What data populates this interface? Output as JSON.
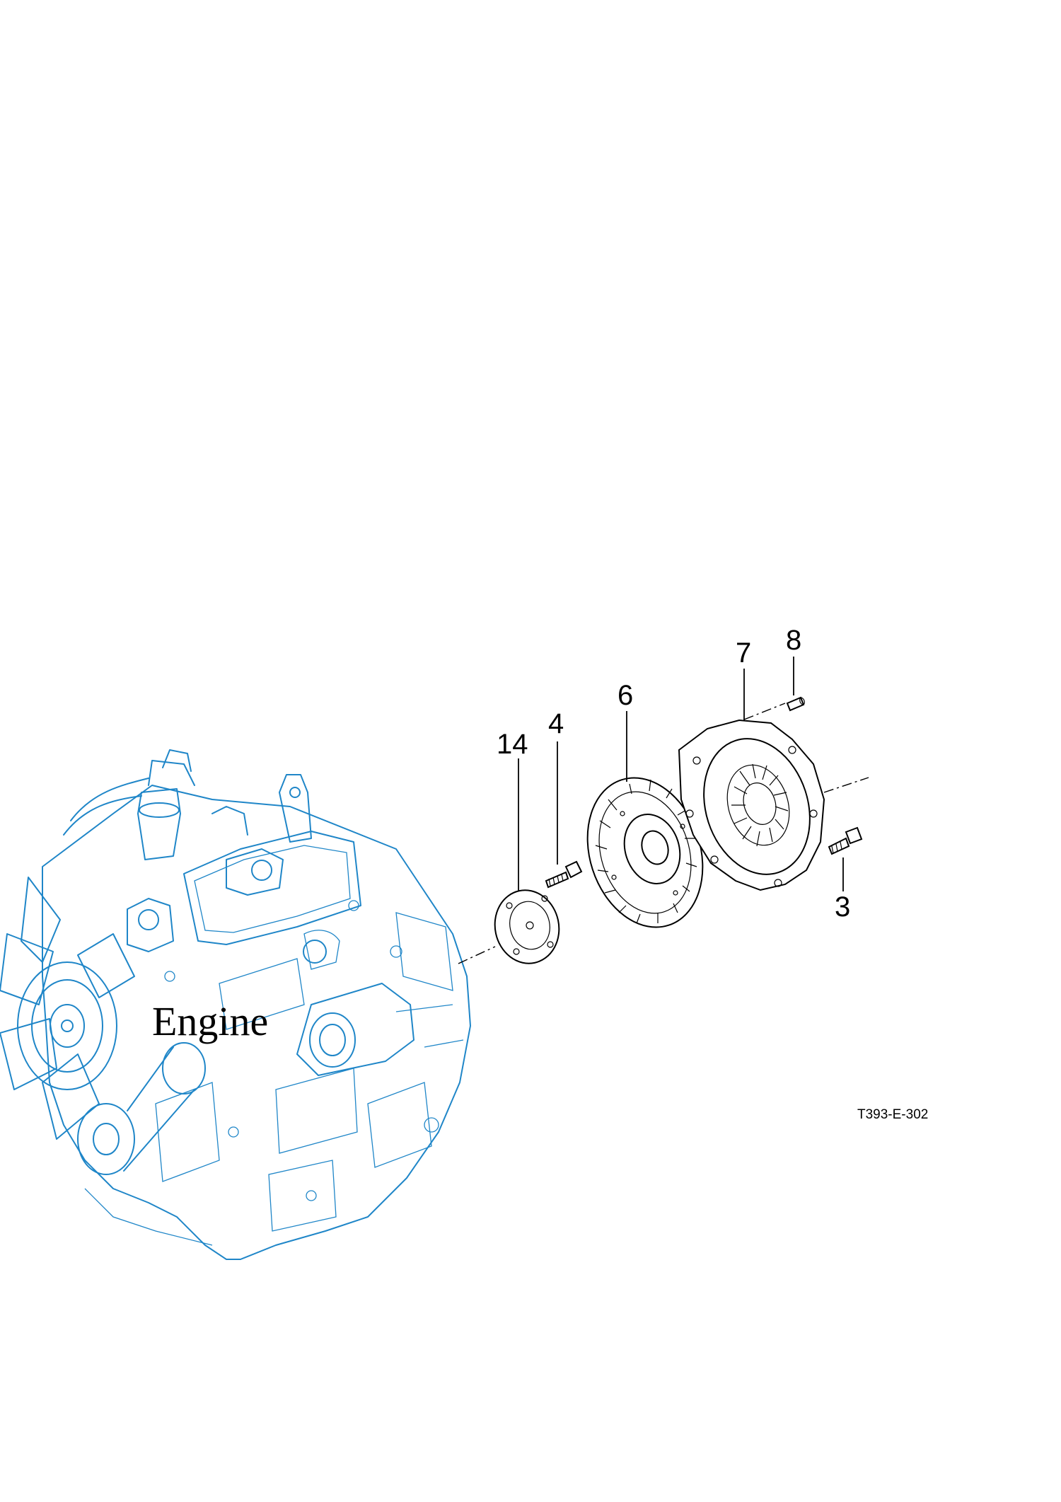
{
  "labels": {
    "engine": "Engine",
    "figure_id": "T393-E-302"
  },
  "callouts": [
    {
      "id": "part-14",
      "text": "14"
    },
    {
      "id": "part-4",
      "text": "4"
    },
    {
      "id": "part-6",
      "text": "6"
    },
    {
      "id": "part-7",
      "text": "7"
    },
    {
      "id": "part-8",
      "text": "8"
    },
    {
      "id": "part-3",
      "text": "3"
    }
  ],
  "colors": {
    "engine_outline": "#1f86c8",
    "parts_outline": "#000000",
    "background": "#ffffff"
  }
}
